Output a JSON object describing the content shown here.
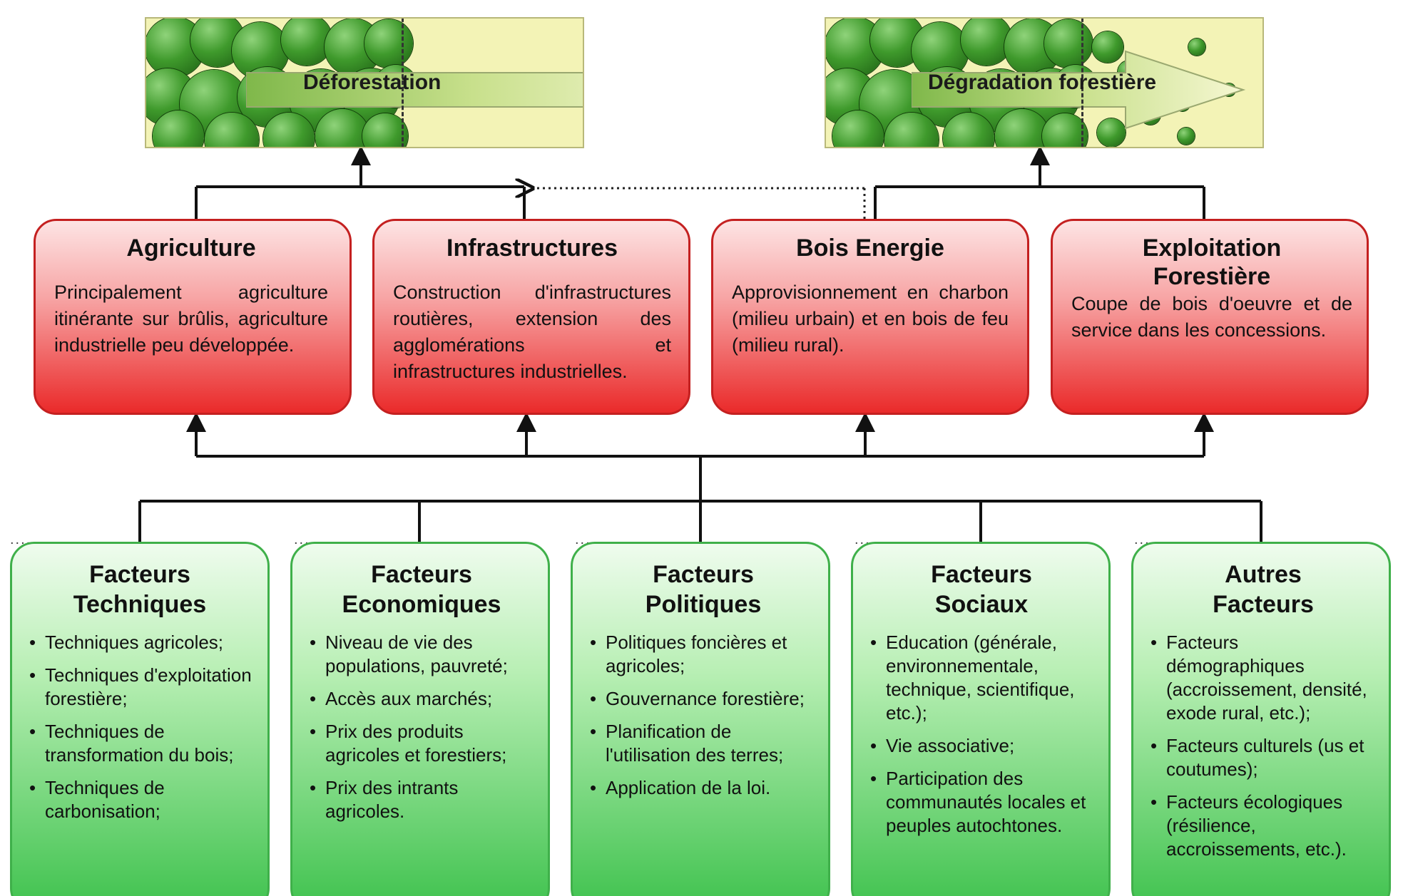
{
  "banners": {
    "left": {
      "label": "Déforestation"
    },
    "right": {
      "label": "Dégradation forestière"
    }
  },
  "drivers": [
    {
      "title": "Agriculture",
      "text": "Principalement agriculture itinérante sur brûlis, agriculture industrielle peu développée."
    },
    {
      "title": "Infrastructures",
      "text": "Construction d'infrastructures routières, extension des agglomérations et infrastructures industrielles."
    },
    {
      "title": "Bois Energie",
      "text": "Approvisionnement en charbon (milieu urbain) et en bois de feu (milieu rural)."
    },
    {
      "title": "Exploitation Forestière",
      "text": "Coupe de bois d'oeuvre et de service dans les concessions."
    }
  ],
  "factors": [
    {
      "title": "Facteurs Techniques",
      "items": [
        "Techniques agricoles;",
        "Techniques d'exploitation forestière;",
        "Techniques de transformation du bois;",
        "Techniques de carbonisation;"
      ]
    },
    {
      "title": "Facteurs Economiques",
      "items": [
        "Niveau de vie des populations, pauvreté;",
        "Accès aux marchés;",
        "Prix des produits agricoles et forestiers;",
        "Prix des intrants agricoles."
      ]
    },
    {
      "title": "Facteurs Politiques",
      "items": [
        "Politiques foncières et agricoles;",
        "Gouvernance forestière;",
        "Planification de l'utilisation des terres;",
        "Application de la loi."
      ]
    },
    {
      "title": "Facteurs Sociaux",
      "items": [
        "Education (générale, environnementale, technique, scientifique, etc.);",
        "Vie associative;",
        "Participation des communautés locales et peuples autochtones."
      ]
    },
    {
      "title": "Autres Facteurs",
      "items": [
        "Facteurs démographiques (accroissement, densité, exode rural, etc.);",
        "Facteurs culturels (us et coutumes);",
        "Facteurs écologiques (résilience, accroissements, etc.)."
      ]
    }
  ],
  "colors": {
    "driver_fill": "#ea2a2a",
    "driver_border": "#c42020",
    "factor_fill": "#3fc24e",
    "factor_border": "#3fb04a",
    "banner_fill": "#f3f3b6",
    "tree_green": "#3f9a2c"
  }
}
